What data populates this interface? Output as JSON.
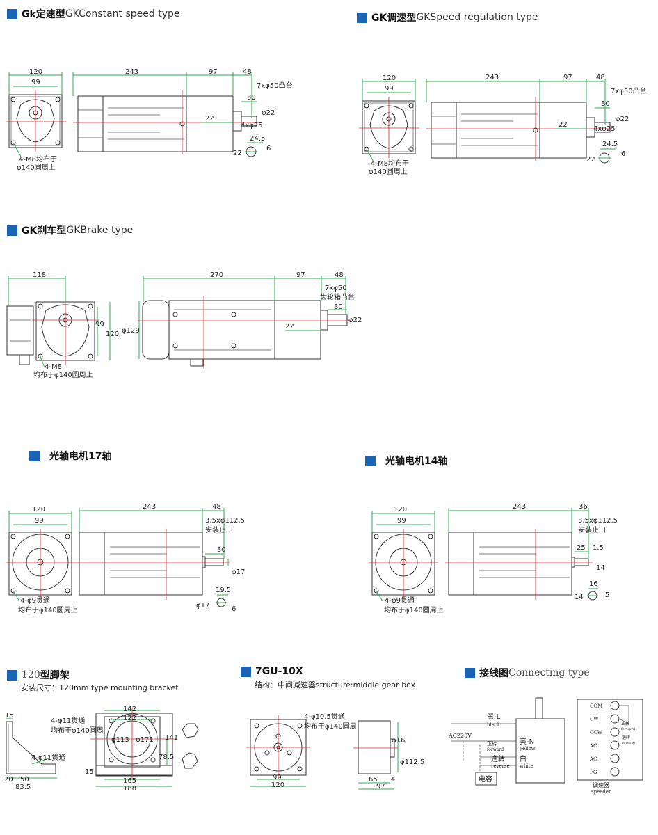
{
  "sections": {
    "gk_constant": {
      "zh": "Gk定速型",
      "en": " GKConstant speed type"
    },
    "gk_speed": {
      "zh": "GK调速型",
      "en": "GKSpeed regulation type"
    },
    "gk_brake": {
      "zh": "GK刹车型",
      "en": "GKBrake type"
    },
    "shaft17": {
      "zh": "光轴电机17轴",
      "en": ""
    },
    "shaft14": {
      "zh": "光轴电机14轴",
      "en": ""
    },
    "bracket": {
      "num": "120",
      "zh": "型脚架",
      "sub": "安装尺寸：120mm type mounting bracket"
    },
    "gearbox": {
      "zh": "7GU-10X",
      "sub": "结构：中间减速器structure:middle gear box"
    },
    "wiring": {
      "zh": "接线图",
      "en": " Connecting type"
    }
  },
  "dims": {
    "c_120": "120",
    "c_99": "99",
    "c_243": "243",
    "c_97": "97",
    "c_48": "48",
    "c_boss": "7xφ50凸台",
    "c_30": "30",
    "c_22": "22",
    "c_phi22": "φ22",
    "c_4phi25": "4xφ25",
    "c_245": "24.5",
    "c_6": "6",
    "c_k22": "22",
    "c_m8a": "4-M8均布于",
    "c_m8b": "φ140圆周上",
    "s_120": "120",
    "s_99": "99",
    "s_243": "243",
    "s_97": "97",
    "s_48": "48",
    "s_boss": "7xφ50凸台",
    "s_30": "30",
    "s_22": "22",
    "s_phi22": "φ22",
    "s_4phi25": "4xφ25",
    "s_245": "24.5",
    "s_6": "6",
    "s_k22": "22",
    "s_m8a": "4-M8均布于",
    "s_m8b": "φ140圆周上",
    "b_118": "118",
    "b_270": "270",
    "b_97": "97",
    "b_48": "48",
    "b_boss1": "7xφ50",
    "b_boss2": "齿轮箱凸台",
    "b_30": "30",
    "b_22": "22",
    "b_phi22": "φ22",
    "b_phi129": "φ129",
    "b_99": "99",
    "b_120": "120",
    "b_m8a": "4-M8",
    "b_m8b": "均布于φ140圆周上",
    "a_120": "120",
    "a_99": "99",
    "a_243": "243",
    "a_48": "48",
    "a_spig1": "3.5xφ112.5",
    "a_spig2": "安装止口",
    "a_30": "30",
    "a_phi17": "φ17",
    "a_195": "19.5",
    "a_kphi17": "φ17",
    "a_6": "6",
    "a_h1": "4-φ9贯通",
    "a_h2": "均布于φ140圆周上",
    "d_120": "120",
    "d_99": "99",
    "d_243": "243",
    "d_36": "36",
    "d_spig1": "3.5xφ112.5",
    "d_spig2": "安装止口",
    "d_25": "25",
    "d_15": "1.5",
    "d_14": "14",
    "d_16": "16",
    "d_k14": "14",
    "d_5": "5",
    "d_h1": "4-φ9贯通",
    "d_h2": "均布于φ140圆周上",
    "br_15": "15",
    "br_h1": "4-φ11贯通",
    "br_20": "20",
    "br_50": "50",
    "br_835": "83.5",
    "br_142": "142",
    "br_122": "122",
    "br_h2": "4-φ11贯通",
    "br_h3": "均布于φ140圆周",
    "br_phi113": "φ113",
    "br_phi171": "φ171",
    "br_141": "141",
    "br_785": "78.5",
    "br_b15": "15",
    "br_165": "165",
    "br_188": "188",
    "g_h1": "4-φ10.5贯通",
    "g_h2": "均布于φ140圆周",
    "g_99": "99",
    "g_120": "120",
    "g_phi16": "φ16",
    "g_phi1125": "φ112.5",
    "g_65": "65",
    "g_4": "4",
    "g_97": "97"
  },
  "wiring": {
    "black_zh": "黑-L",
    "black_en": "black",
    "ac": "AC220V",
    "fwd_zh": "正转",
    "fwd_en": "forward",
    "yellow_zh": "黄-N",
    "yellow_en": "yellow",
    "rev_zh": "逆转",
    "rev_en": "reverse",
    "white_zh": "白",
    "white_en": "white",
    "cap": "电容",
    "term": [
      "COM",
      "CW",
      "CCW",
      "AC",
      "AC",
      "FG"
    ],
    "box_fwd_zh": "正转",
    "box_fwd_en": "forward",
    "box_rev_zh": "逆转",
    "box_rev_en": "reverse",
    "ctrl_zh": "调速器",
    "ctrl_en": "speeder"
  },
  "colors": {
    "accent": "#1a63b5",
    "dimension": "#2fa84f",
    "centerline": "#e02020"
  }
}
